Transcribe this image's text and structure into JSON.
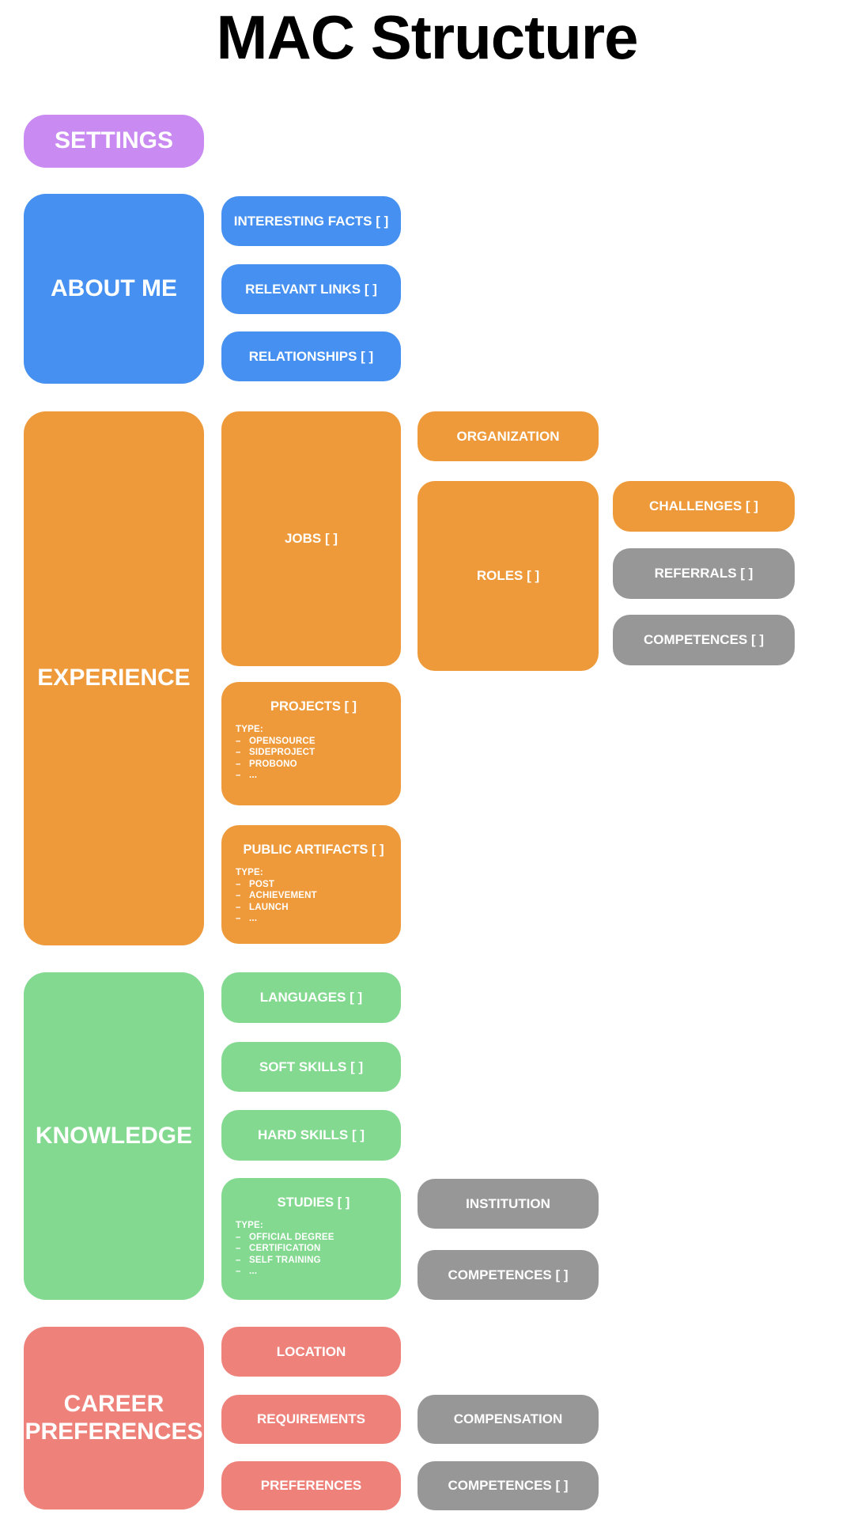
{
  "page_title": "MAC Structure",
  "bullet": "–",
  "colors": {
    "purple": "#c98bf2",
    "blue": "#4590f0",
    "orange": "#ee9a3a",
    "green": "#82d98f",
    "salmon": "#ee827a",
    "gray": "#979797",
    "box_text": "#ffffff",
    "title_text": "#000000",
    "background": "#ffffff"
  },
  "settings": {
    "label": "SETTINGS"
  },
  "about_me": {
    "label": "ABOUT ME",
    "interesting_facts": "INTERESTING FACTS [ ]",
    "relevant_links": "RELEVANT LINKS [ ]",
    "relationships": "RELATIONSHIPS [ ]"
  },
  "experience": {
    "label": "EXPERIENCE",
    "jobs": "JOBS [ ]",
    "organization": "ORGANIZATION",
    "roles": "ROLES [ ]",
    "challenges": "CHALLENGES [ ]",
    "referrals": "REFERRALS [ ]",
    "competences": "COMPETENCES [ ]",
    "projects": {
      "title": "PROJECTS [ ]",
      "type_label": "TYPE:",
      "types": [
        "OPENSOURCE",
        "SIDEPROJECT",
        "PROBONO",
        "..."
      ]
    },
    "public_artifacts": {
      "title": "PUBLIC ARTIFACTS [ ]",
      "type_label": "TYPE:",
      "types": [
        "POST",
        "ACHIEVEMENT",
        "LAUNCH",
        "..."
      ]
    }
  },
  "knowledge": {
    "label": "KNOWLEDGE",
    "languages": "LANGUAGES [ ]",
    "soft_skills": "SOFT SKILLS [ ]",
    "hard_skills": "HARD SKILLS [ ]",
    "studies": {
      "title": "STUDIES [ ]",
      "type_label": "TYPE:",
      "types": [
        "OFFICIAL DEGREE",
        "CERTIFICATION",
        "SELF TRAINING",
        "..."
      ]
    },
    "institution": "INSTITUTION",
    "competences": "COMPETENCES [ ]"
  },
  "career_preferences": {
    "label": "CAREER PREFERENCES",
    "location": "LOCATION",
    "requirements": "REQUIREMENTS",
    "preferences": "PREFERENCES",
    "compensation": "COMPENSATION",
    "competences": "COMPETENCES [ ]"
  }
}
